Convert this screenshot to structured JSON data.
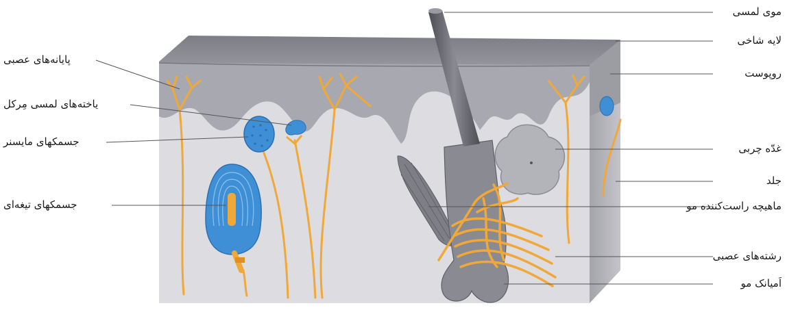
{
  "labels_left": {
    "nerve_endings": "پایانه‌های عصبی",
    "merkel_cells": "یاخته‌های لمسی مِرکل",
    "meissner": "جسمکهای مایسنر",
    "pacinian": "جسمکهای تیغه‌ای"
  },
  "labels_right": {
    "tactile_hair": "موی لمسی",
    "horny_layer": "لایه شاخی",
    "epidermis": "روپوست",
    "sebaceous_gland": "غدّه چربی",
    "dermis": "جلد",
    "arrector_muscle": "ماهیچه راست‌کننده مو",
    "nerve_fibers": "رشته‌های عصبی",
    "hair_follicle": "اَمیانک مو"
  },
  "colors": {
    "skin_top": "#8e8e95",
    "epidermis": "#a9a9b0",
    "dermis": "#dcdce0",
    "side_face": "#b4b4bb",
    "nerve": "#f2a93a",
    "receptor_blue": "#3f8fd6",
    "hair": "#6b6b72"
  }
}
